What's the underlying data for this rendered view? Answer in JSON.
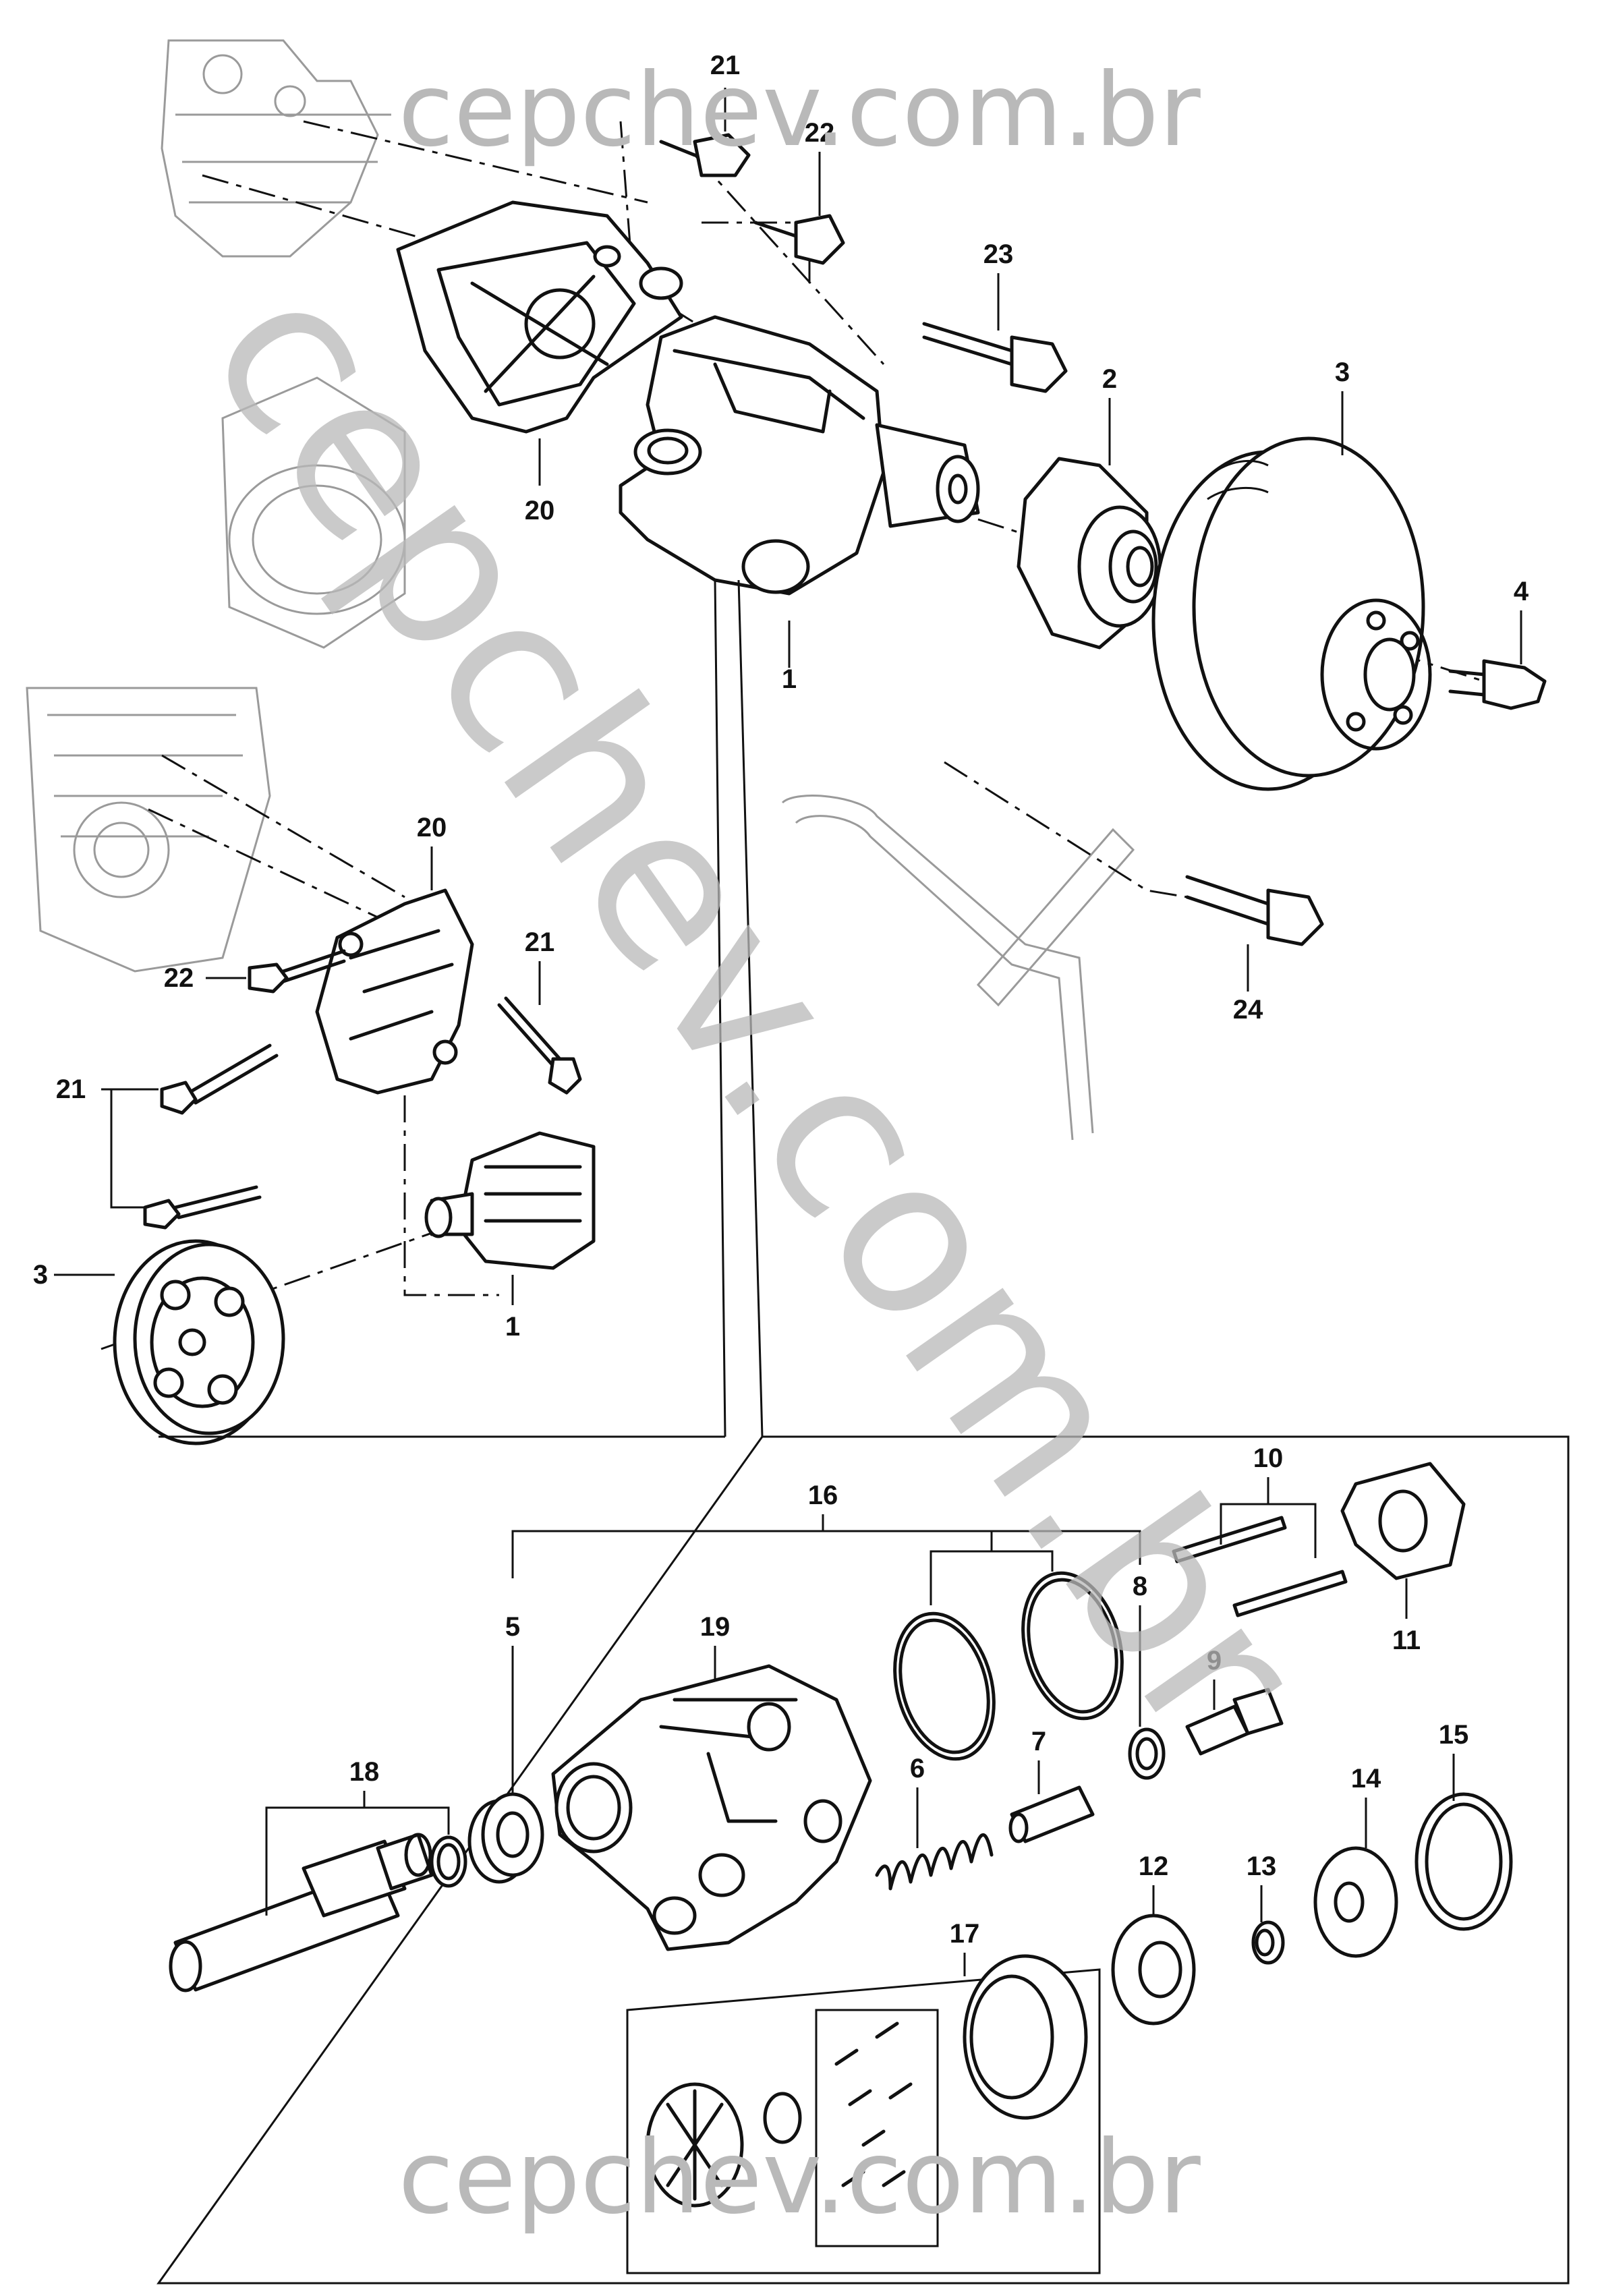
{
  "watermark": {
    "top": "cepchev.com.br",
    "diagonal": "cepchev.com.br",
    "bottom": "cepchev.com.br"
  },
  "callouts": [
    {
      "id": "c21a",
      "text": "21"
    },
    {
      "id": "c22a",
      "text": "22"
    },
    {
      "id": "c23",
      "text": "23"
    },
    {
      "id": "c2",
      "text": "2"
    },
    {
      "id": "c3a",
      "text": "3"
    },
    {
      "id": "c20a",
      "text": "20"
    },
    {
      "id": "c1a",
      "text": "1"
    },
    {
      "id": "c4",
      "text": "4"
    },
    {
      "id": "c20b",
      "text": "20"
    },
    {
      "id": "c22b",
      "text": "22"
    },
    {
      "id": "c21b",
      "text": "21"
    },
    {
      "id": "c21c",
      "text": "21"
    },
    {
      "id": "c24",
      "text": "24"
    },
    {
      "id": "c3b",
      "text": "3"
    },
    {
      "id": "c1b",
      "text": "1"
    },
    {
      "id": "c16",
      "text": "16"
    },
    {
      "id": "c10",
      "text": "10"
    },
    {
      "id": "c8",
      "text": "8"
    },
    {
      "id": "c5",
      "text": "5"
    },
    {
      "id": "c19",
      "text": "19"
    },
    {
      "id": "c11",
      "text": "11"
    },
    {
      "id": "c9",
      "text": "9"
    },
    {
      "id": "c18",
      "text": "18"
    },
    {
      "id": "c7",
      "text": "7"
    },
    {
      "id": "c6",
      "text": "6"
    },
    {
      "id": "c15",
      "text": "15"
    },
    {
      "id": "c14",
      "text": "14"
    },
    {
      "id": "c12",
      "text": "12"
    },
    {
      "id": "c13",
      "text": "13"
    },
    {
      "id": "c17",
      "text": "17"
    }
  ]
}
